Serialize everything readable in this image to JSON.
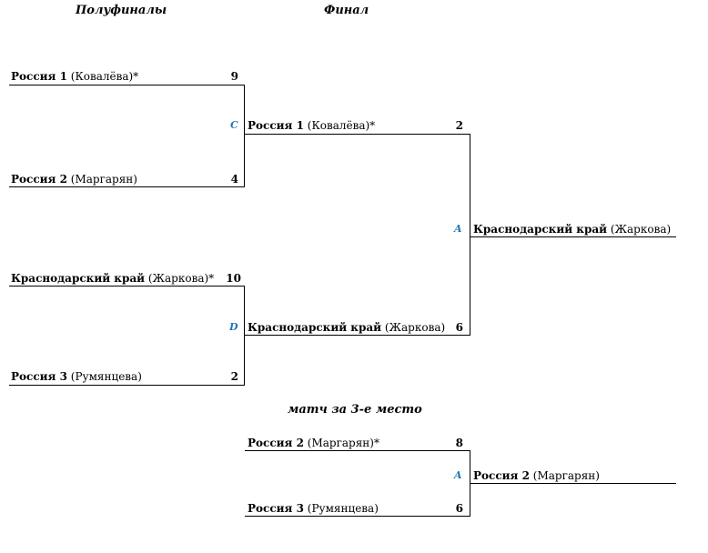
{
  "headers": {
    "semifinals": "Полуфиналы",
    "final": "Финал",
    "third_place": "матч за 3-е место"
  },
  "semifinal_1": {
    "team1": {
      "name": "Россия 1",
      "player": "(Ковалёва)*",
      "score": "9"
    },
    "team2": {
      "name": "Россия 2",
      "player": "(Маргарян)",
      "score": "4"
    },
    "mark": "C"
  },
  "semifinal_2": {
    "team1": {
      "name": "Краснодарский край",
      "player": "(Жаркова)*",
      "score": "10"
    },
    "team2": {
      "name": "Россия 3",
      "player": "(Румянцева)",
      "score": "2"
    },
    "mark": "D"
  },
  "final": {
    "team1": {
      "name": "Россия 1",
      "player": "(Ковалёва)*",
      "score": "2"
    },
    "team2": {
      "name": "Краснодарский край",
      "player": "(Жаркова)",
      "score": "6"
    },
    "mark": "A",
    "winner": {
      "name": "Краснодарский край",
      "player": "(Жаркова)"
    }
  },
  "third_place": {
    "team1": {
      "name": "Россия 2",
      "player": "(Маргарян)*",
      "score": "8"
    },
    "team2": {
      "name": "Россия 3",
      "player": "(Румянцева)",
      "score": "6"
    },
    "mark": "A",
    "winner": {
      "name": "Россия 2",
      "player": "(Маргарян)"
    }
  }
}
